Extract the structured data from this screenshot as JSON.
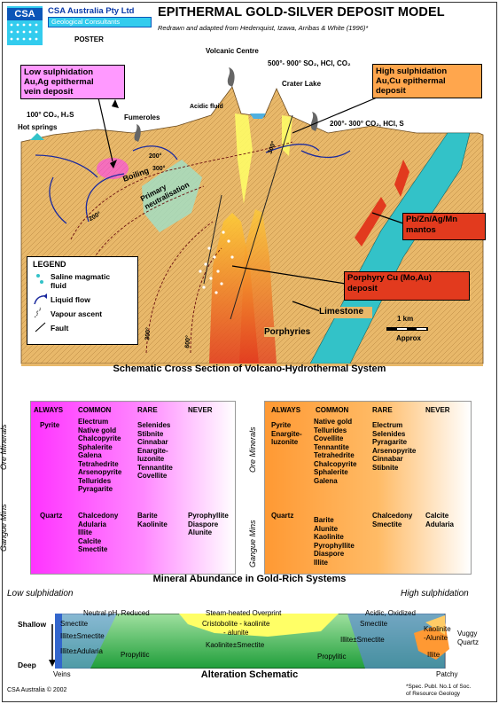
{
  "header": {
    "logo_text": "CSA",
    "company": "CSA Australia Pty Ltd",
    "subtitle": "Geological Consultants",
    "poster": "POSTER",
    "title": "EPITHERMAL GOLD-SILVER DEPOSIT MODEL",
    "credit": "Redrawn and adapted from Hedenquist, Izawa, Arribas & White (1996)*"
  },
  "section": {
    "callout_low": "Low sulphidation\nAu,Ag epithermal\nvein deposit",
    "callout_high": "High sulphidation\nAu,Cu epithermal\ndeposit",
    "volcanic_centre": "Volcanic Centre",
    "gas_top": "500°- 900° SO₂, HCl, CO₂",
    "crater_lake": "Crater Lake",
    "acidic_fluid": "Acidic fluid",
    "fumeroles": "Fumeroles",
    "co2_left": "100° CO₂, H₂S",
    "hot_springs": "Hot springs",
    "co2_right": "200°- 300° CO₂, HCl, S",
    "t200_a": "200°",
    "boiling": "Boiling",
    "t300_a": "300°",
    "t300_b": "300°",
    "primary": "Primary\nneutralisation",
    "t200_b": "200°",
    "pb_box": "Pb/Zn/Ag/Mn\nmantos",
    "porphyry_box": "Porphyry Cu (Mo,Au)\ndeposit",
    "limestone": "Limestone",
    "porphyries": "Porphyries",
    "t300_c": "300°",
    "t600": "600°",
    "scale_km": "1 km",
    "approx": "Approx",
    "caption": "Schematic Cross Section of Volcano-Hydrothermal System"
  },
  "legend": {
    "title": "LEGEND",
    "items": [
      "Saline magmatic\nfluid",
      "Liquid flow",
      "Vapour ascent",
      "Fault"
    ]
  },
  "abundance": {
    "caption": "Mineral Abundance in Gold-Rich Systems",
    "row_ore": "Ore Minerals",
    "row_gangue": "Gangue Mins",
    "headers": [
      "ALWAYS",
      "COMMON",
      "RARE",
      "NEVER"
    ],
    "low": {
      "ore_always": "Pyrite",
      "ore_common": "Electrum\nNative gold\nChalcopyrite\nSphalerite\nGalena\nTetrahedrite\nArsenopyrite\nTellurides\nPyragarite",
      "ore_rare": "Selenides\nStibnite\nCinnabar\nEnargite-\nluzonite\nTennantite\nCovellite",
      "ore_never": "",
      "gangue_always": "Quartz",
      "gangue_common": "Chalcedony\nAdularia\nIllite\nCalcite\nSmectite",
      "gangue_rare": "Barite\nKaolinite",
      "gangue_never": "Pyrophyllite\nDiaspore\nAlunite"
    },
    "high": {
      "ore_always": "Pyrite\nEnargite-\nluzonite",
      "ore_common": "Native gold\nTellurides\nCovellite\nTennantite\nTetrahedrite\nChalcopyrite\nSphalerite\nGalena",
      "ore_rare": "Electrum\nSelenides\nPyragarite\nArsenopyrite\nCinnabar\nStibnite",
      "ore_never": "",
      "gangue_always": "Quartz",
      "gangue_common": "Barite\nAlunite\nKaolinite\nPyrophyllite\nDiaspore\nIllite",
      "gangue_rare": "Chalcedony\nSmectite",
      "gangue_never": "Calcite\nAdularia"
    }
  },
  "alteration": {
    "low_label": "Low sulphidation",
    "high_label": "High sulphidation",
    "shallow": "Shallow",
    "deep": "Deep",
    "neutral": "Neutral pH, Reduced",
    "steam": "Steam-heated Overprint",
    "acidic": "Acidic, Oxidized",
    "smectite_l": "Smectite",
    "illite_smectite_l": "Illite±Smectite",
    "illite_adularia": "Illite±Adularia",
    "propylitic_l": "Propylitic",
    "cristobolite": "Cristobolite - kaolinite\n- alunite",
    "kaolinite_smectite": "Kaolinite±Smectite",
    "propylitic_r": "Propylitic",
    "smectite_r": "Smectite",
    "illite_smectite_r": "Illite±Smectite",
    "kaolinite_alunite": "Kaolinite\n-Alunite",
    "vuggy": "Vuggy\nQuartz",
    "illite_r": "Illite",
    "veins": "Veins",
    "patchy": "Patchy",
    "caption": "Alteration Schematic"
  },
  "footer": {
    "copyright": "CSA Australia © 2002",
    "note": "*Spec. Publ. No.1 of Soc.\nof Resource Geology"
  },
  "colors": {
    "rock": "#e8b86a",
    "limestone": "#33c2c8",
    "magenta": "#ff33ff",
    "orange": "#ff9933",
    "red_box": "#e23a1e",
    "green": "#33b233",
    "yellow": "#ffff66",
    "blue": "#3366cc"
  }
}
